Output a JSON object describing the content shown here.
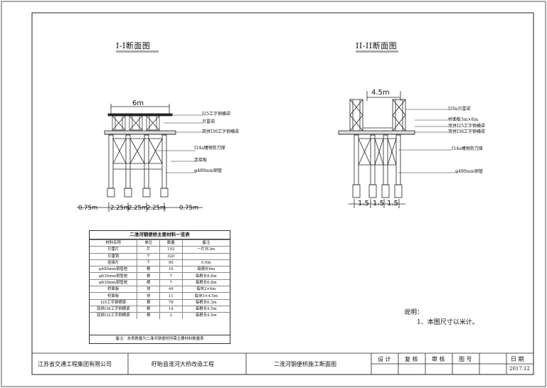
{
  "section1": {
    "title": "I-I断面图",
    "dim_top": "6m",
    "labels": [
      "I25工字钢横梁",
      "贝雷梁",
      "双拼I36工字钢横梁",
      "I14a槽钢剪刀撑",
      "连接板",
      "φ480mm钢管"
    ],
    "bottom_dims": [
      "0.75m",
      "2.25m",
      "2.25m",
      "2.25m",
      "0.75m"
    ]
  },
  "section2": {
    "title": "II-II断面图",
    "dim_top": "4.5m",
    "labels": [
      "I20a贝雷梁",
      "桥面板3m×6m",
      "双拼I25工字钢横梁",
      "双拼I36工字钢横梁",
      "I14a槽钢剪刀撑",
      "φ480mm钢管"
    ],
    "bottom_dims": [
      "1.5",
      "1.5",
      "1.5"
    ]
  },
  "material_table": {
    "title": "二淮河钢便桥主要材料一览表",
    "headers": [
      "材料名称",
      "单位",
      "数量",
      "备注"
    ],
    "rows": [
      [
        "贝雷片",
        "片",
        "192",
        "一片长3m"
      ],
      [
        "贝雷销",
        "个",
        "320",
        ""
      ],
      [
        "连接片",
        "个",
        "90",
        "0.9m"
      ],
      [
        "φ480mm钢管桩",
        "根",
        "16",
        "每根长6m"
      ],
      [
        "φ630mm钢管桩",
        "根",
        "7",
        "每根长8.8m"
      ],
      [
        "φ630mm钢管桩",
        "根",
        "7",
        "每根长6.8m"
      ],
      [
        "桥面板",
        "块",
        "44",
        "每块2×6m"
      ],
      [
        "桥面板",
        "块",
        "11",
        "每块3×4.5m"
      ],
      [
        "I25工字钢横梁",
        "根",
        "78",
        "每根长6.3m"
      ],
      [
        "双拼I36工字钢横梁",
        "根",
        "14",
        "每根长4.5m"
      ],
      [
        "双拼I32工字钢横梁",
        "根",
        "2",
        "每根长4.5m"
      ]
    ],
    "note": "备注：本表数量为二淮河钢便桥所需主要材料数量表"
  },
  "notes": {
    "heading": "说明：",
    "items": [
      "1、本图尺寸以米计。"
    ]
  },
  "title_block": {
    "company": "江苏省交通工程集团有限公司",
    "project": "盱眙县淮河大桥改造工程",
    "drawing": "二淮河钢便桥施工断面图",
    "design": "设  计",
    "review": "复  核",
    "approve": "审  核",
    "drawing_no": "图  号",
    "date_label": "日  期",
    "date": "2017.12"
  }
}
